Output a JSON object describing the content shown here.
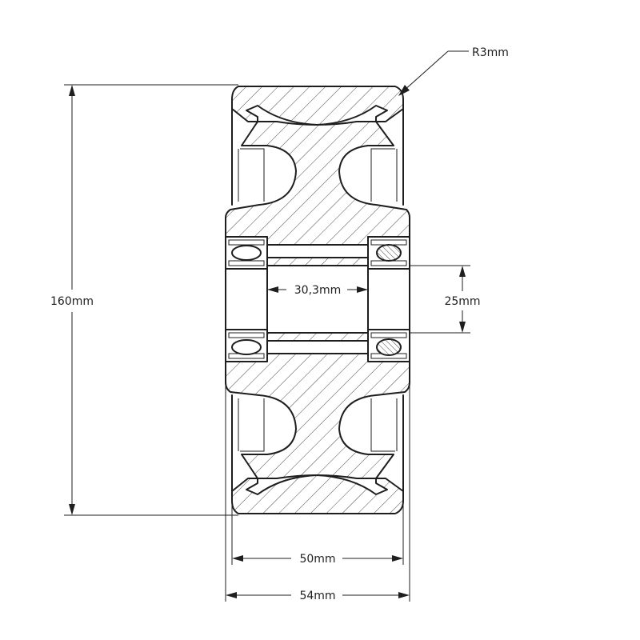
{
  "drawing": {
    "dimensions": {
      "overall_diameter": "160mm",
      "tread_width": "50mm",
      "hub_width": "54mm",
      "bore_diameter": "25mm",
      "spacer_length": "30,3mm",
      "edge_radius": "R3mm"
    }
  }
}
